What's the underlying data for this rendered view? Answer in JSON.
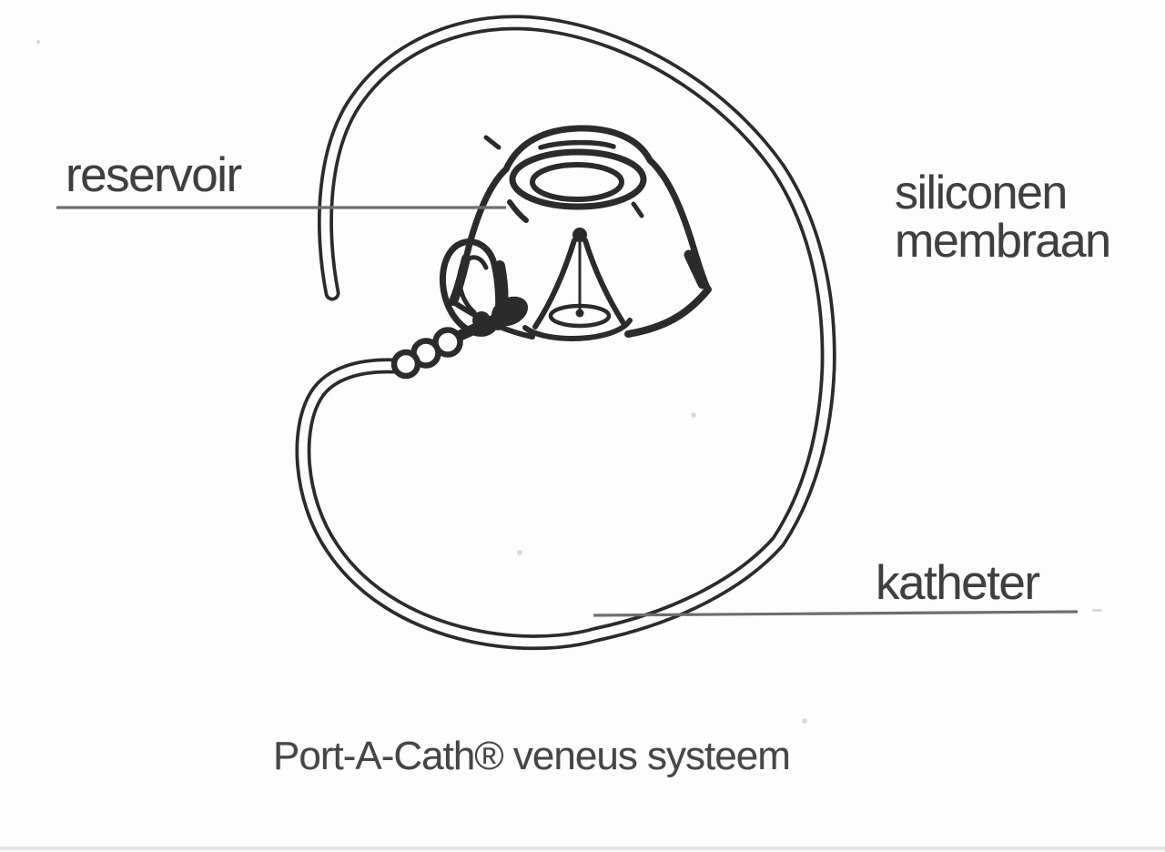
{
  "figure": {
    "caption": "Port-A-Cath® veneus systeem",
    "labels": {
      "reservoir": "reservoir",
      "membrane_line1": "siliconen",
      "membrane_line2": "membraan",
      "catheter": "katheter"
    }
  },
  "colors": {
    "background": "#fdfdfd",
    "line_art_ink": "#2b2b2b",
    "label_text": "#3f3f3f",
    "leader_line": "#6e6e6e",
    "scan_edge": "#e4e4e4"
  }
}
